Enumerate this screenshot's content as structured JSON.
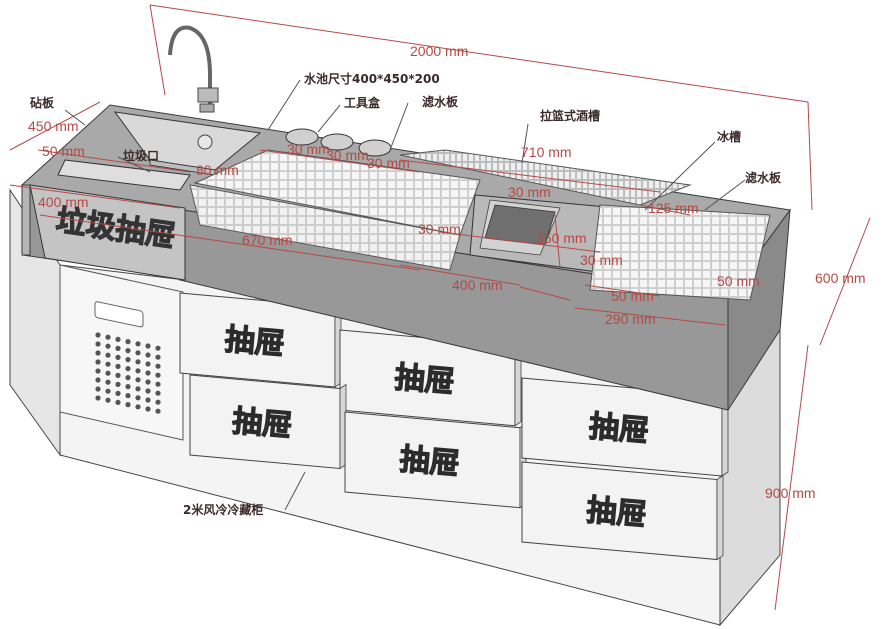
{
  "labels": {
    "chopping_board": "砧板",
    "sink_size": "水池尺寸400*450*200",
    "tool_box": "工具盒",
    "drain_board_top": "滤水板",
    "basket_wine_trough": "拉篮式酒槽",
    "ice_trough": "冰槽",
    "drain_board_right": "滤水板",
    "trash_opening": "垃圾口",
    "trash_drawer": "垃圾抽屉",
    "fridge": "2米风冷冷藏柜",
    "drawer": "抽屉"
  },
  "dimensions": {
    "total_length": "2000 mm",
    "depth_450": "450 mm",
    "d50_left": "50 mm",
    "d80": "80 mm",
    "d30_a": "30 mm",
    "d30_b": "30 mm",
    "d30_c": "30 mm",
    "d710": "710 mm",
    "d30_d": "30 mm",
    "d125": "125 mm",
    "d400_left": "400 mm",
    "d670": "670 mm",
    "d30_e": "30 mm",
    "d350": "350 mm",
    "d30_f": "30 mm",
    "d400_bottom": "400 mm",
    "d50_right": "50 mm",
    "d50_bottom": "50 mm",
    "d290": "290 mm",
    "height_600": "600 mm",
    "height_900": "900 mm"
  },
  "colors": {
    "dimension": "#b44a46",
    "steel": "#9c9c9c",
    "panel": "#f2f2f2"
  }
}
